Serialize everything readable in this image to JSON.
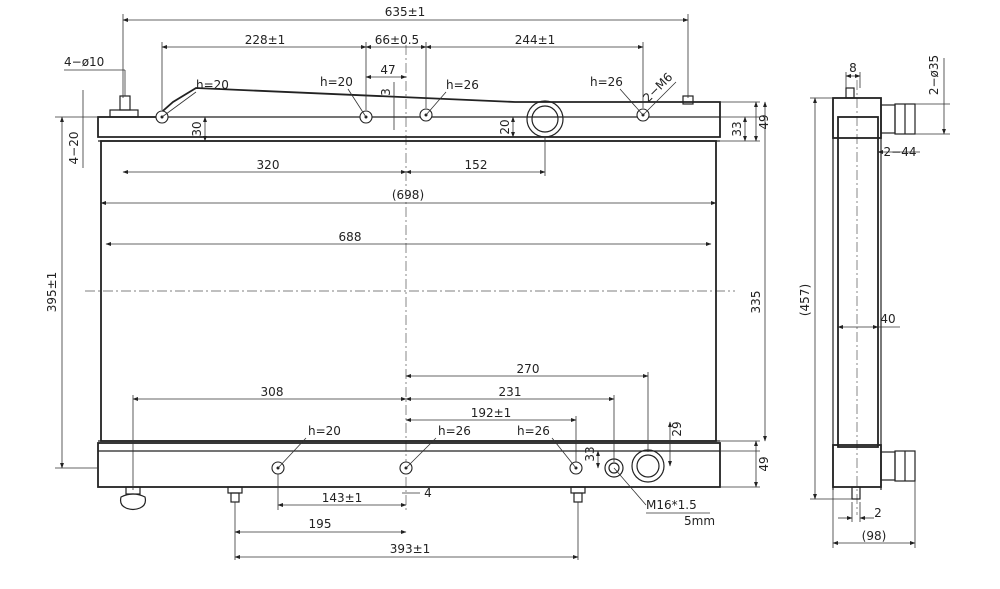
{
  "front": {
    "dims": {
      "overall_635": "635±1",
      "top_228": "228±1",
      "top_66": "66±0.5",
      "top_244": "244±1",
      "d47": "47",
      "d3": "3",
      "d30": "30",
      "d20": "20",
      "d33_top": "33",
      "d49_top": "49",
      "d320": "320",
      "d152": "152",
      "d698": "(698)",
      "d688": "688",
      "d395": "395±1",
      "d335": "335",
      "d270": "270",
      "d308": "308",
      "d231": "231",
      "d192": "192±1",
      "d29": "29",
      "d33_bot": "33",
      "d49_bot": "49",
      "d143": "143±1",
      "d4": "4",
      "d195": "195",
      "d393": "393±1"
    },
    "labels": {
      "hole_dia": "4−ø10",
      "side_4_20": "4−20",
      "m6": "2−M6",
      "h20_a": "h=20",
      "h20_b": "h=20",
      "h26_a": "h=26",
      "h26_b": "h=26",
      "h20_c": "h=20",
      "h26_c": "h=26",
      "h26_d": "h=26",
      "m16": "M16*1.5",
      "mm5": "5mm"
    }
  },
  "side": {
    "dims": {
      "d8": "8",
      "d2_35": "2−ø35",
      "d2_44": "2−44",
      "d457": "(457)",
      "d40": "40",
      "d2": "2",
      "d98": "(98)"
    }
  }
}
